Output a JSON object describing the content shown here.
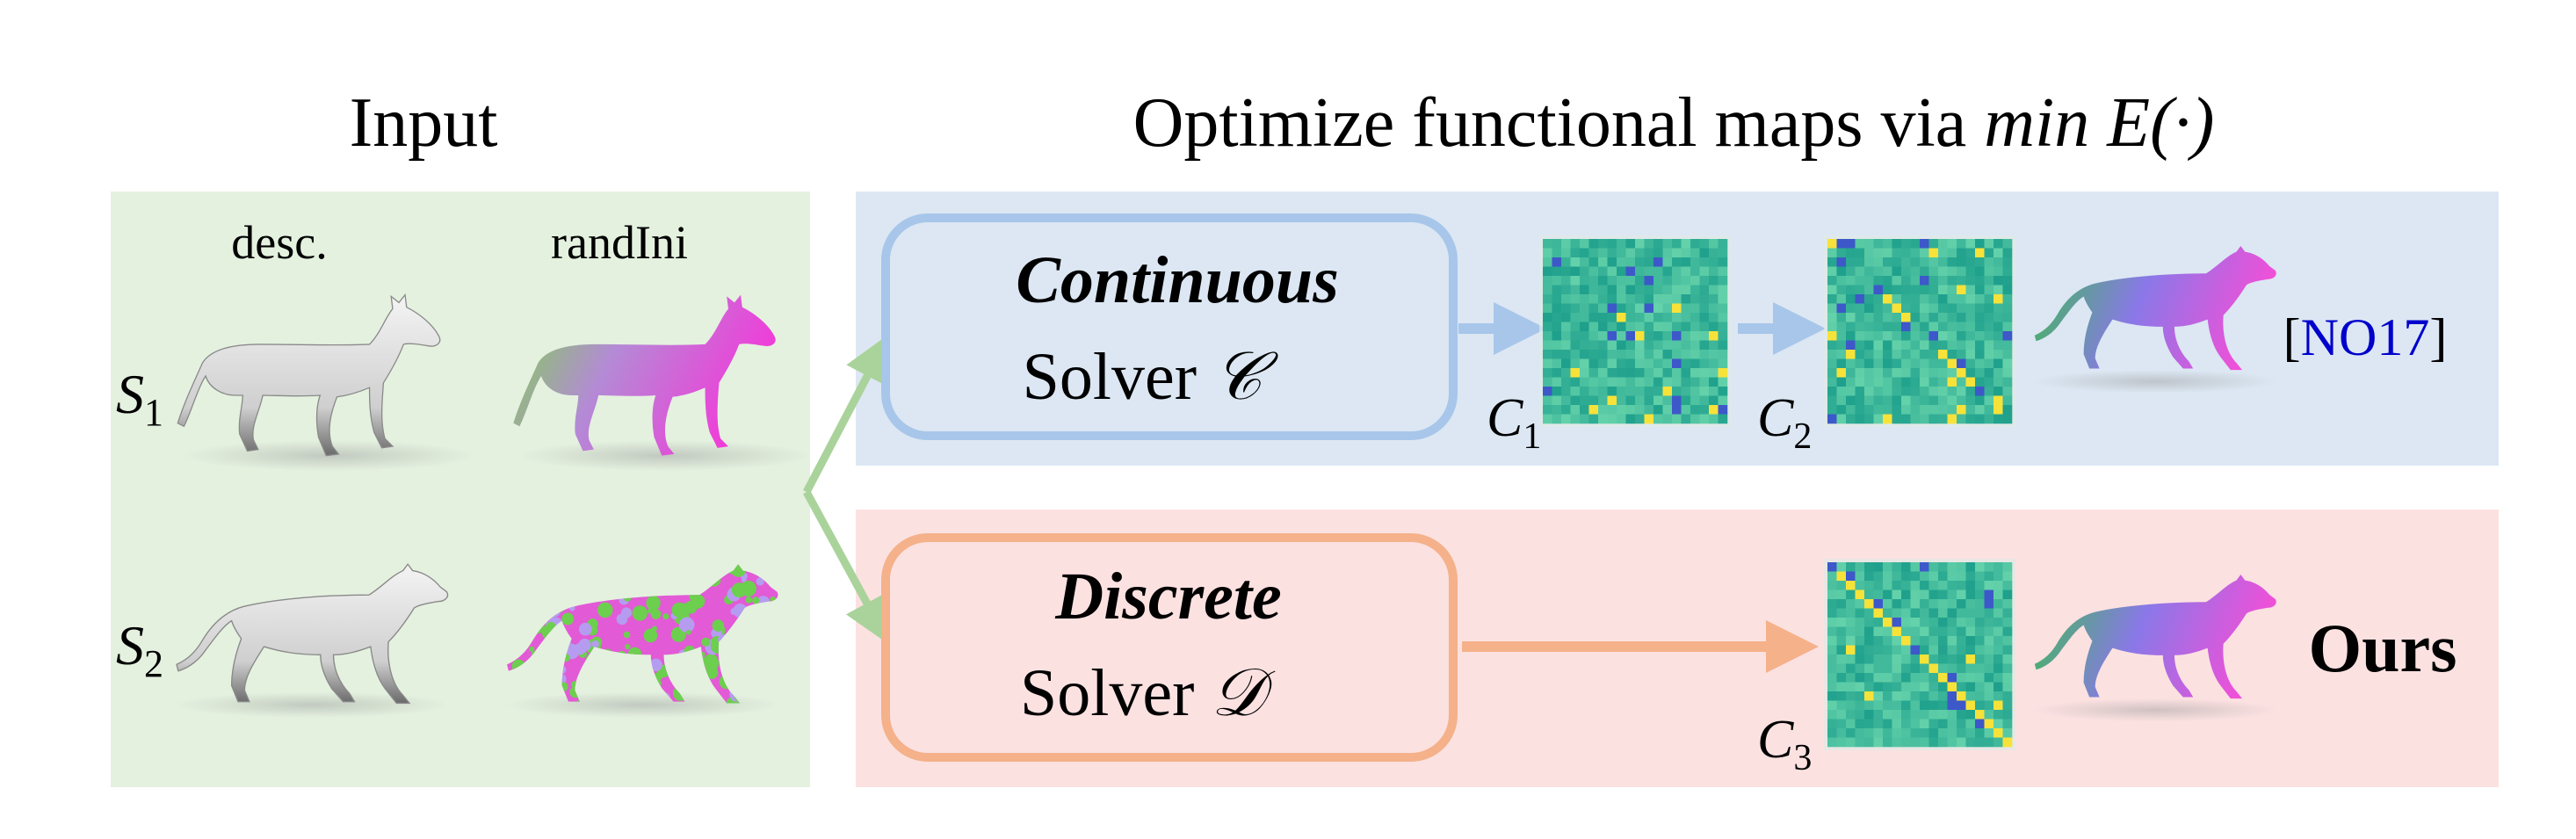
{
  "input_panel": {
    "title": "Input",
    "column_desc": "desc.",
    "column_randini": "randIni",
    "row1_label": {
      "base": "S",
      "sub": "1"
    },
    "row2_label": {
      "base": "S",
      "sub": "2"
    }
  },
  "optimize_panel": {
    "title_prefix": "Optimize functional maps via ",
    "title_math": "min E(·)"
  },
  "continuous_branch": {
    "solver_name": "Continuous",
    "solver_line2_prefix": "Solver ",
    "solver_symbol": "𝒞",
    "matrix1_label": {
      "base": "C",
      "sub": "1"
    },
    "matrix2_label": {
      "base": "C",
      "sub": "2"
    },
    "citation_open": "[",
    "citation_key": "NO17",
    "citation_close": "]"
  },
  "discrete_branch": {
    "solver_name": "Discrete",
    "solver_line2_prefix": "Solver ",
    "solver_symbol": "𝒟",
    "matrix3_label": {
      "base": "C",
      "sub": "3"
    },
    "result_label": "Ours"
  },
  "colors": {
    "input_bg": "#e4f1df",
    "continuous_bg": "#dce7f3",
    "discrete_bg": "#fce1e1",
    "continuous_box": "#a7c6ea",
    "discrete_box": "#f4b18a",
    "green_arrow": "#a9d39a",
    "blue_arrow": "#a7c6ea",
    "orange_arrow": "#f4b18a",
    "citation": "#0000cc",
    "matrix_bg": "#27ad9b",
    "matrix_hot": "#f7e23a",
    "matrix_cold": "#3d58c8"
  },
  "icons": {
    "shapes": [
      "horse-shape-icon",
      "hyena-shape-icon"
    ],
    "matrices": [
      "functional-map-matrix-icon"
    ]
  }
}
